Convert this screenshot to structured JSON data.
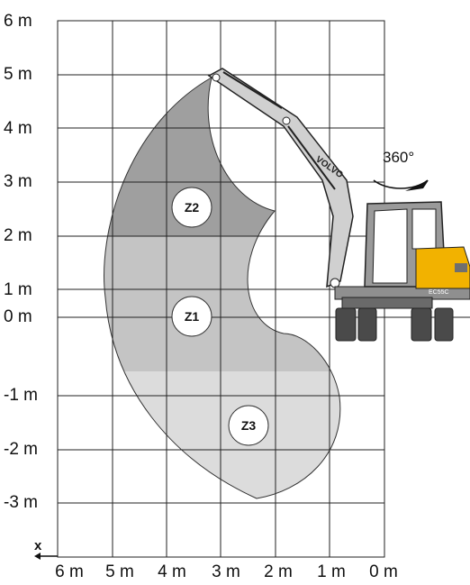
{
  "diagram": {
    "y_axis_labels": [
      "6 m",
      "5 m",
      "4 m",
      "3 m",
      "2 m",
      "1 m",
      "0 m",
      "-1 m",
      "-2 m",
      "-3 m"
    ],
    "x_axis_labels": [
      "6 m",
      "5 m",
      "4 m",
      "3 m",
      "2 m",
      "1 m",
      "0 m"
    ],
    "x_axis_marker": "x",
    "zones": [
      {
        "label": "Z2",
        "color": "#9f9f9f"
      },
      {
        "label": "Z1",
        "color": "#c4c4c4"
      },
      {
        "label": "Z3",
        "color": "#dcdcdc"
      }
    ],
    "rotation_label": "360°",
    "machine": {
      "brand": "VOLVO",
      "model": "EC55C",
      "body_color": "#f2b200"
    }
  }
}
